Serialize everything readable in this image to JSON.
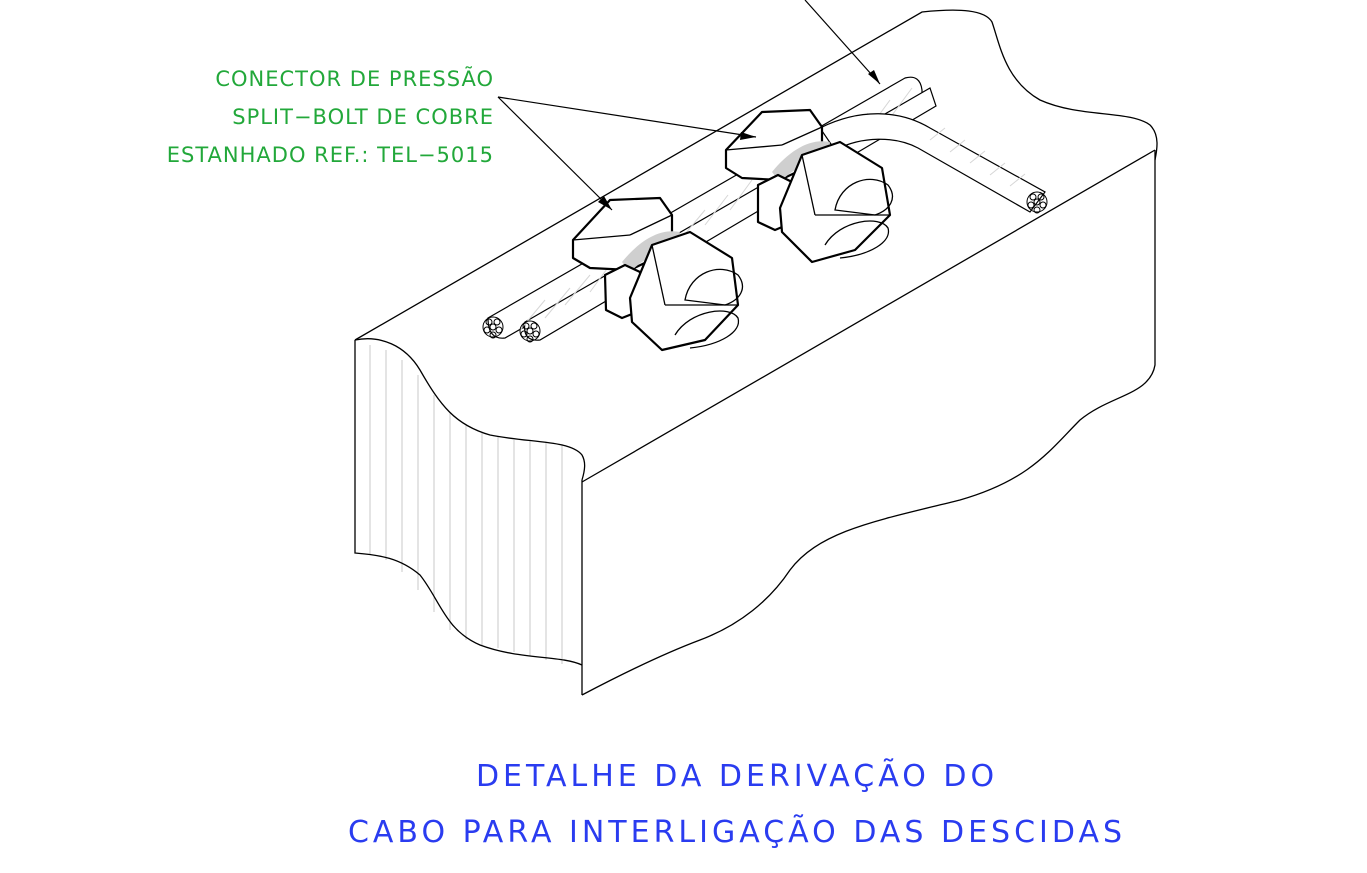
{
  "connector_label": {
    "line1": "CONECTOR DE PRESSÃO",
    "line2": "SPLIT−BOLT DE COBRE",
    "line3": "ESTANHADO REF.: TEL−5015"
  },
  "title": {
    "line1": "DETALHE DA DERIVAÇÃO DO",
    "line2": "CABO PARA INTERLIGAÇÃO DAS DESCIDAS"
  },
  "colors": {
    "label_green": "#22a83a",
    "title_blue": "#2a3cf0",
    "line_black": "#000000",
    "hatch_grey": "#c8c8c8"
  }
}
